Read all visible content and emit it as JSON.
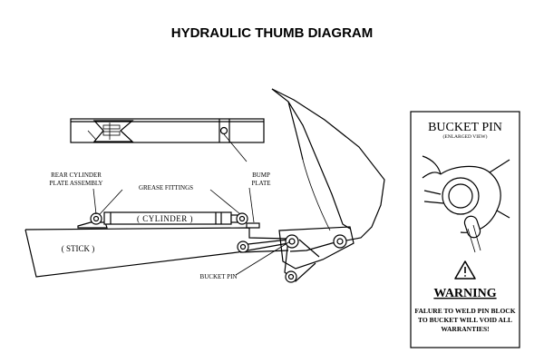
{
  "title": "HYDRAULIC THUMB DIAGRAM",
  "labels": {
    "rear_cylinder_line1": "REAR CYLINDER",
    "rear_cylinder_line2": "PLATE ASSEMBLY",
    "grease_fittings": "GREASE FITTINGS",
    "bump_line1": "BUMP",
    "bump_line2": "PLATE",
    "cylinder": "( CYLINDER )",
    "stick": "( STICK )",
    "bucket_pin": "BUCKET PIN"
  },
  "inset": {
    "title": "BUCKET PIN",
    "subtitle": "(ENLARGED VIEW)",
    "warning_heading": "WARNING",
    "warning_line1": "FALURE TO WELD PIN BLOCK",
    "warning_line2": "TO BUCKET WILL VOID ALL",
    "warning_line3": "WARRANTIES!",
    "warning_icon": "warning-triangle-icon"
  }
}
